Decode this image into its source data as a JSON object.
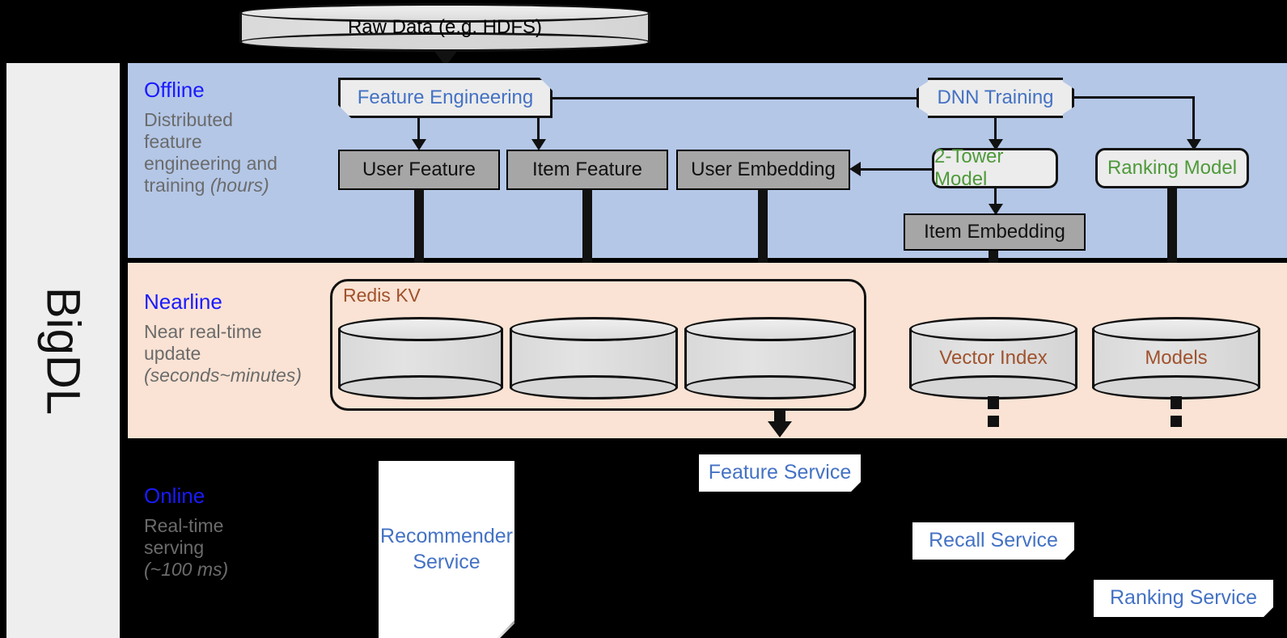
{
  "framework": {
    "name": "BigDL"
  },
  "top_source": {
    "label": "Raw Data (e.g. HDFS)"
  },
  "bands": [
    {
      "id": "offline",
      "title": "Offline",
      "subtitle": "Distributed\nfeature\nengineering and\ntraining ",
      "subtitle_italic": "(hours)",
      "color": "#b4c7e7"
    },
    {
      "id": "nearline",
      "title": "Nearline",
      "subtitle": "Near real-time\nupdate\n",
      "subtitle_italic": "(seconds~minutes)",
      "color": "#fae3d4"
    },
    {
      "id": "online",
      "title": "Online",
      "subtitle": "Real-time\nserving\n",
      "subtitle_italic": "(~100 ms)",
      "color": "#000000"
    }
  ],
  "offline": {
    "feature_engineering": "Feature Engineering",
    "dnn_training": "DNN Training",
    "user_feature": "User Feature",
    "item_feature": "Item Feature",
    "user_embedding": "User Embedding",
    "two_tower_model": "2-Tower Model",
    "ranking_model": "Ranking Model",
    "item_embedding": "Item Embedding"
  },
  "nearline": {
    "redis_kv": "Redis KV",
    "store_1": "",
    "store_2": "",
    "store_3": "",
    "vector_index": "Vector Index",
    "models": "Models"
  },
  "online": {
    "recommender_service": "Recommender Service",
    "feature_service": "Feature Service",
    "recall_service": "Recall Service",
    "ranking_service": "Ranking Service"
  },
  "colors": {
    "offline_band": "#b4c7e7",
    "nearline_band": "#fae3d4",
    "online_band": "#000000",
    "band_title": "#1a1aff",
    "band_subtitle": "#6b6b6b",
    "blue_text": "#4472c4",
    "green_text": "#4e9a3a",
    "brown_text": "#a0522d",
    "gray_box": "#a6a6a6",
    "light_box": "#ececec",
    "rail": "#eeeeee"
  }
}
